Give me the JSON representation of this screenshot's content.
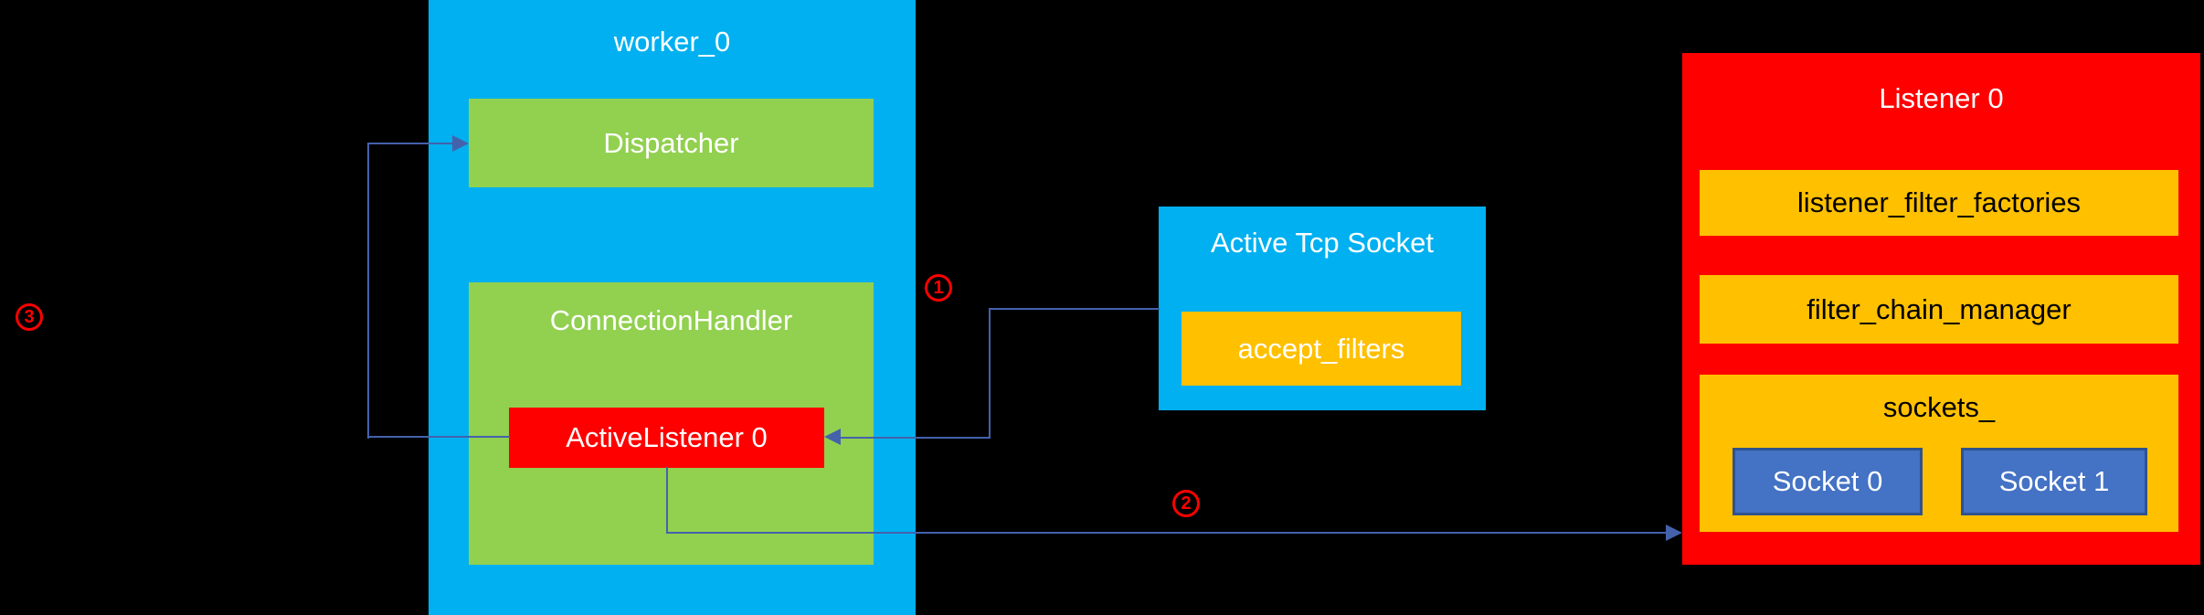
{
  "diagram": {
    "worker": {
      "title": "worker_0",
      "dispatcher": "Dispatcher",
      "connection_handler": "ConnectionHandler",
      "active_listener": "ActiveListener 0"
    },
    "active_tcp_socket": {
      "title": "Active Tcp Socket",
      "accept_filters": "accept_filters"
    },
    "listener": {
      "title": "Listener 0",
      "filter_factories": "listener_filter_factories",
      "filter_chain_manager": "filter_chain_manager",
      "sockets_group": "sockets_",
      "sockets": [
        "Socket 0",
        "Socket 1"
      ]
    },
    "markers": {
      "step1": "1",
      "step2": "2",
      "step3": "3"
    },
    "colors": {
      "background": "#000000",
      "cyan_box": "#00B0F0",
      "green_box": "#92D050",
      "red_box": "#FF0000",
      "orange_box": "#FFC000",
      "socket_fill": "#4472C4",
      "socket_border": "#2F528F",
      "connector": "#4462AC",
      "marker": "#FF0000",
      "text_light": "#FFFFFF",
      "text_dark": "#000000"
    }
  }
}
